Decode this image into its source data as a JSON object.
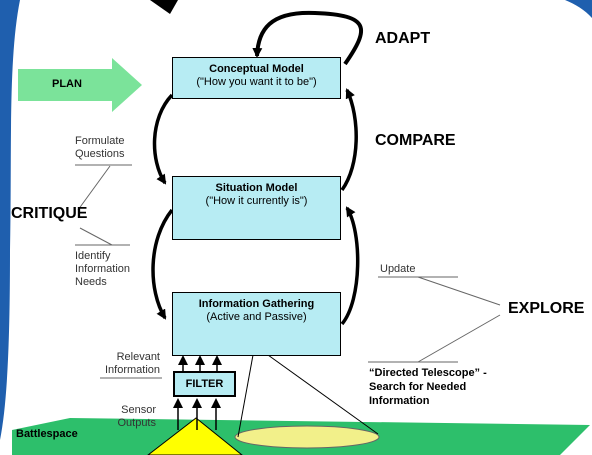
{
  "boxes": {
    "conceptual": {
      "title": "Conceptual Model",
      "subtitle": "(\"How you want it to be\")"
    },
    "situation": {
      "title": "Situation Model",
      "subtitle": "(\"How it currently is\")"
    },
    "gathering": {
      "title": "Information Gathering",
      "subtitle": "(Active and Passive)"
    },
    "filter": {
      "title": "FILTER"
    }
  },
  "labels": {
    "plan": "PLAN",
    "adapt": "ADAPT",
    "compare": "COMPARE",
    "critique": "CRITIQUE",
    "explore": "EXPLORE",
    "battlespace": "Battlespace"
  },
  "notes": {
    "formulate_questions": [
      "Formulate",
      "Questions"
    ],
    "identify_needs": [
      "Identify",
      "Information",
      "Needs"
    ],
    "relevant_information": [
      "Relevant",
      "Information"
    ],
    "sensor_outputs": [
      "Sensor",
      "Outputs"
    ],
    "update": "Update",
    "directed_telescope": [
      "“Directed Telescope” -",
      "Search for Needed",
      "Information"
    ]
  },
  "colors": {
    "box_fill": "#b7ecf3",
    "plan_arrow": "#7be39a",
    "ground": "#2dbf6b",
    "ellipse": "#f2f08a",
    "beam": "#ffff00",
    "corner_blue": "#1f5fae"
  }
}
